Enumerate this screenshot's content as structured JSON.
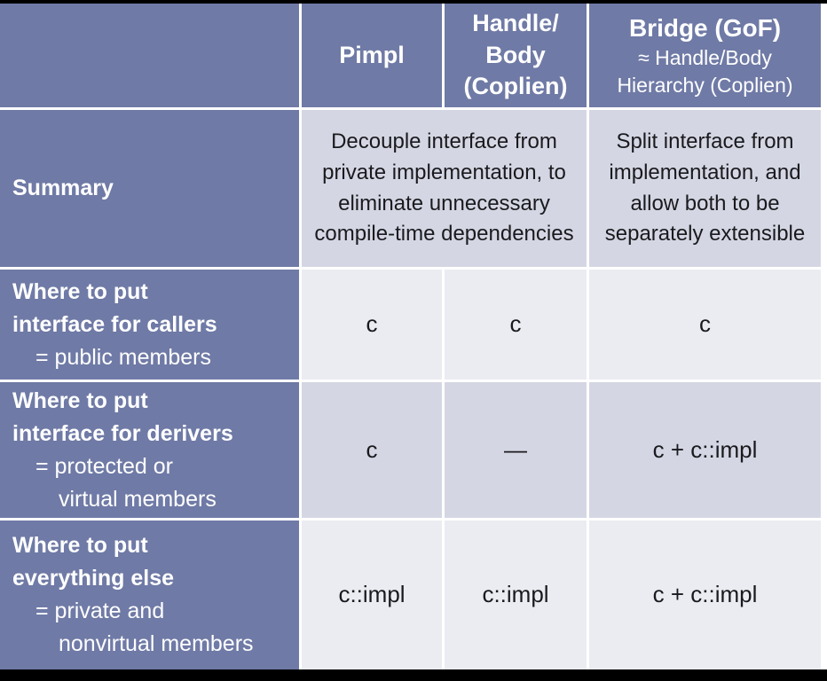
{
  "title": "Comparison table: Pimpl vs Handle/Body vs Bridge",
  "colors": {
    "header_bg": "#6F7AA6",
    "band_dark": "#D4D7E3",
    "band_light": "#EAECF1",
    "gridline": "#FFFFFF",
    "frame_bar": "#000000",
    "header_text": "#FFFFFF",
    "body_text": "#1A1A1E"
  },
  "header": {
    "pimpl": "Pimpl",
    "handle_body_lines": [
      "Handle/",
      "Body",
      "(Coplien)"
    ],
    "bridge_title": "Bridge (GoF)",
    "bridge_sub_lines": [
      "≈ Handle/Body",
      "Hierarchy (Coplien)"
    ]
  },
  "rows": [
    {
      "label_bold_lines": [
        "Summary"
      ],
      "label_sub_lines": [],
      "cells": [
        "Decouple interface from private implementation, to eliminate unnecessary compile-time dependencies",
        "Split interface from implementation, and allow both to be separately extensible"
      ]
    },
    {
      "label_bold_lines": [
        "Where to put",
        "interface for callers"
      ],
      "label_sub_lines": [
        "= public members"
      ],
      "cells": [
        "c",
        "c",
        "c"
      ]
    },
    {
      "label_bold_lines": [
        "Where to put",
        "interface for derivers"
      ],
      "label_sub_lines": [
        "= protected or",
        "virtual members"
      ],
      "cells": [
        "c",
        "—",
        "c + c::impl"
      ]
    },
    {
      "label_bold_lines": [
        "Where to put",
        "everything else"
      ],
      "label_sub_lines": [
        "= private and",
        "nonvirtual members"
      ],
      "cells": [
        "c::impl",
        "c::impl",
        "c + c::impl"
      ]
    }
  ]
}
